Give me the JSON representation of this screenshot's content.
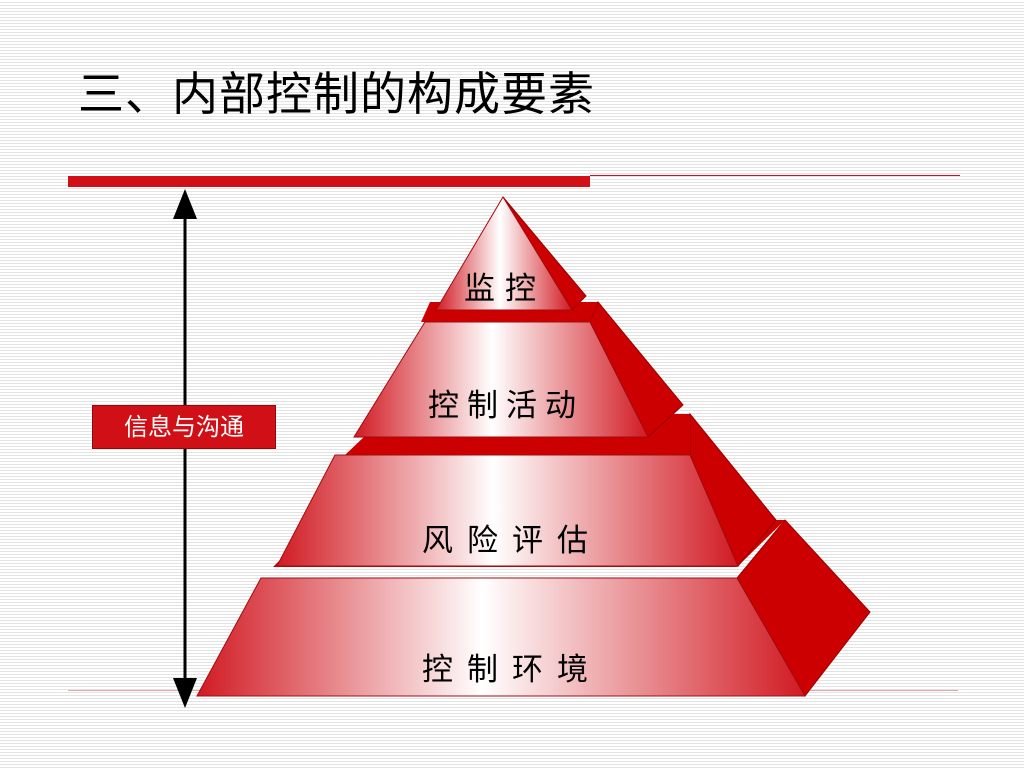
{
  "slide": {
    "title": "三、内部控制的构成要素"
  },
  "diagram": {
    "side_label": "信息与沟通",
    "tiers": [
      {
        "level": 1,
        "label": "监控"
      },
      {
        "level": 2,
        "label": "控制活动"
      },
      {
        "level": 3,
        "label": "风险评估"
      },
      {
        "level": 4,
        "label": "控制环境"
      }
    ]
  },
  "colors": {
    "accent_red": "#d10f16",
    "dark_red": "#8c0a0e",
    "side_label_text": "#ffffff"
  }
}
